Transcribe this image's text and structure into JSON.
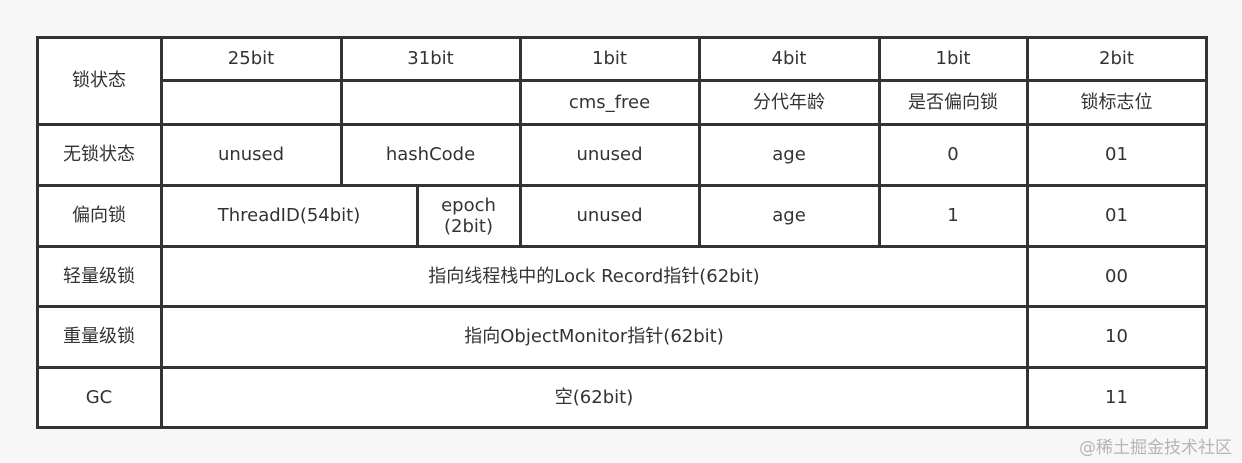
{
  "table": {
    "header": {
      "state_label": "锁状态",
      "bits": [
        "25bit",
        "31bit",
        "1bit",
        "4bit",
        "1bit",
        "2bit"
      ],
      "fields": [
        "",
        "",
        "cms_free",
        "分代年龄",
        "是否偏向锁",
        "锁标志位"
      ]
    },
    "rows": [
      {
        "state": "无锁状态",
        "cells": [
          "unused",
          "hashCode",
          "unused",
          "age",
          "0",
          "01"
        ]
      },
      {
        "state": "偏向锁",
        "cells": [
          "ThreadID(54bit)",
          "epoch\n(2bit)",
          "unused",
          "age",
          "1",
          "01"
        ]
      },
      {
        "state": "轻量级锁",
        "cells": [
          "指向线程栈中的Lock Record指针(62bit)",
          "00"
        ]
      },
      {
        "state": "重量级锁",
        "cells": [
          "指向ObjectMonitor指针(62bit)",
          "10"
        ]
      },
      {
        "state": "GC",
        "cells": [
          "空(62bit)",
          "11"
        ]
      }
    ]
  },
  "watermark": "@稀土掘金技术社区"
}
